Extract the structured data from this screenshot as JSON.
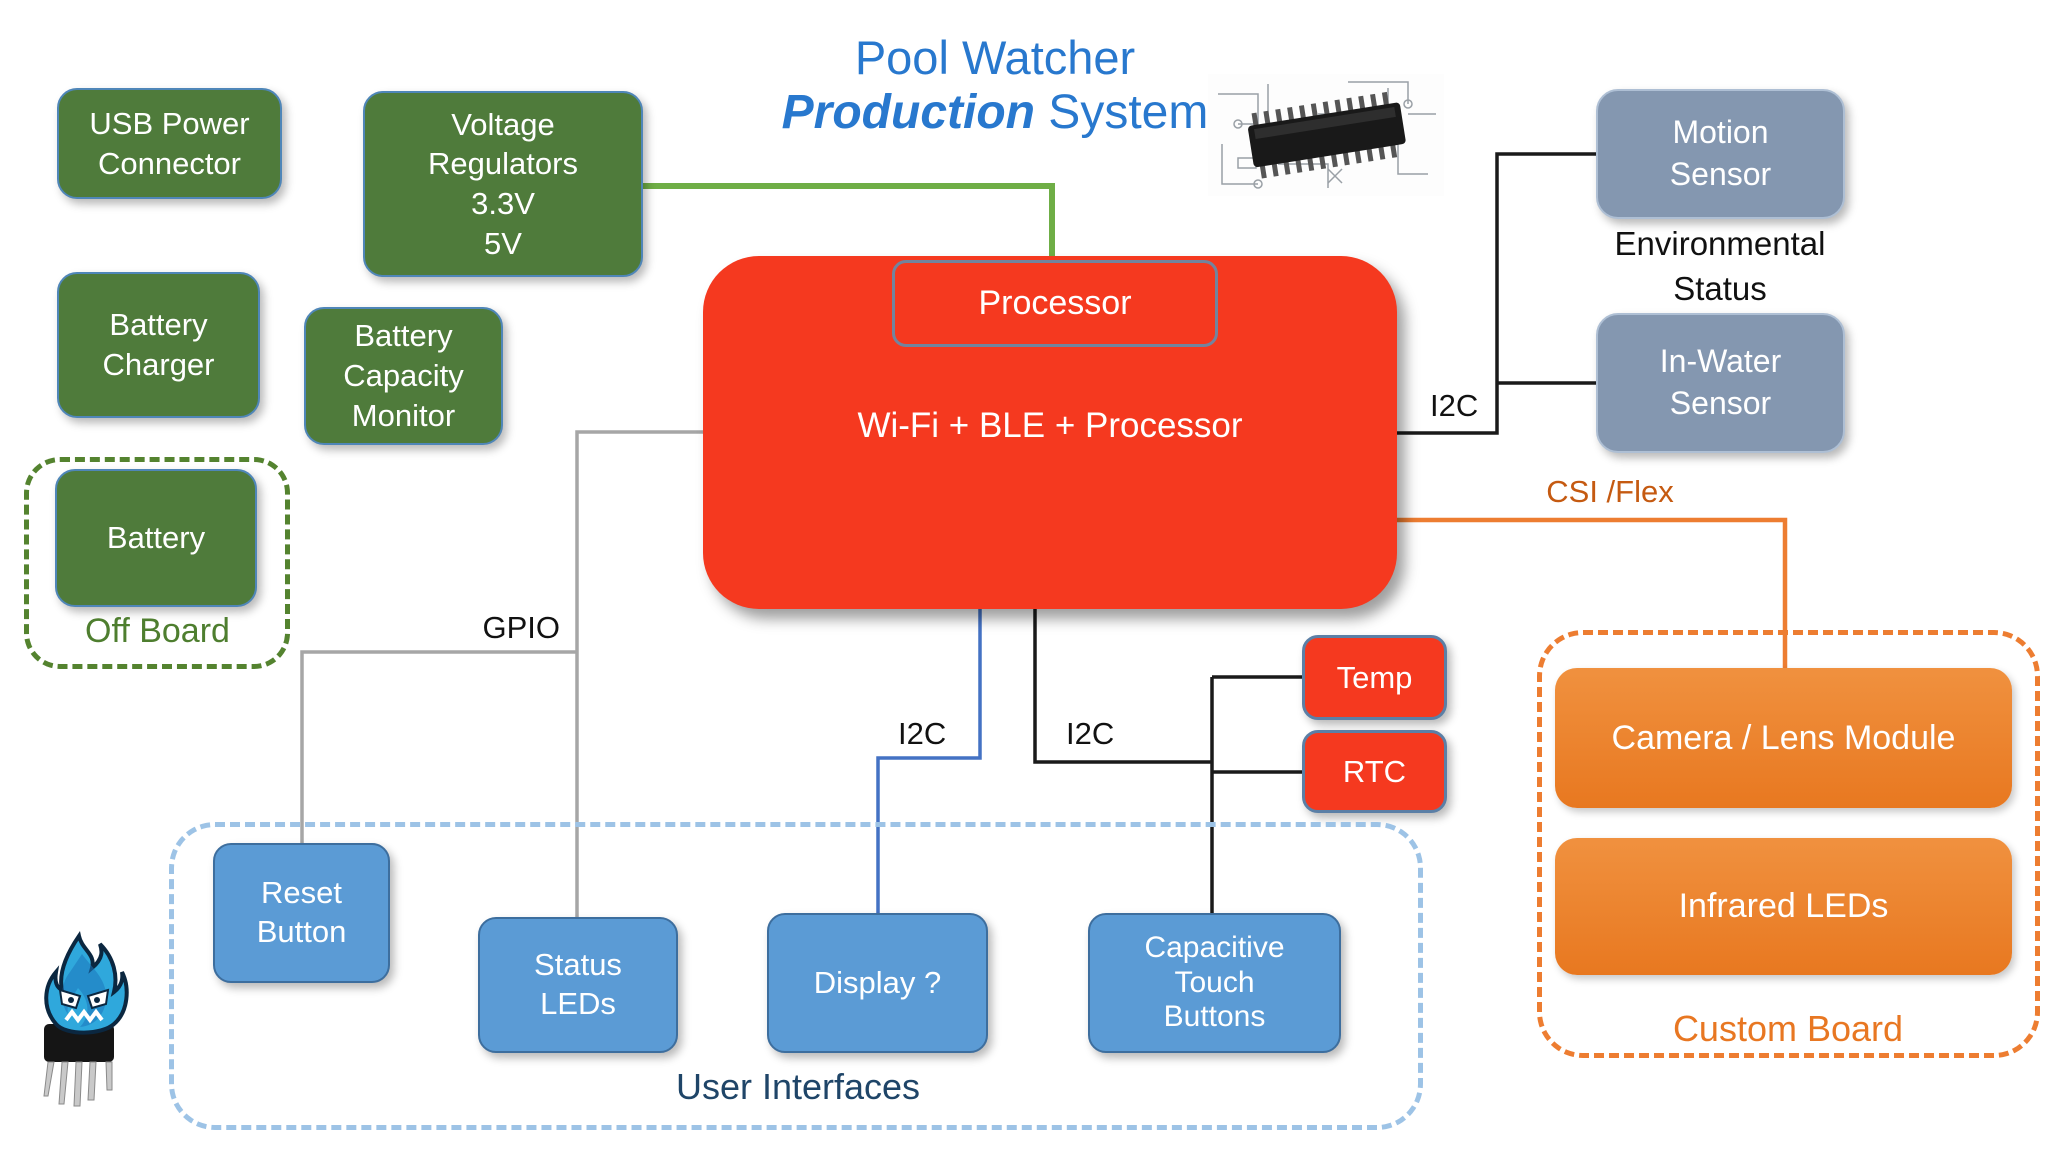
{
  "title": {
    "line1": "Pool Watcher",
    "line2_emphasis": "Production",
    "line2_rest": " System"
  },
  "power_section": {
    "usb": "USB Power\nConnector",
    "regulators": "Voltage\nRegulators\n3.3V\n5V",
    "charger": "Battery\nCharger",
    "capacity": "Battery\nCapacity\nMonitor",
    "battery": "Battery",
    "off_board_caption": "Off Board"
  },
  "processor": {
    "label": "Processor",
    "body": "Wi-Fi + BLE + Processor"
  },
  "sensors": {
    "motion": "Motion\nSensor",
    "environmental": "Environmental\nStatus",
    "in_water": "In-Water\nSensor"
  },
  "peripherals": {
    "temp": "Temp",
    "rtc": "RTC"
  },
  "camera_board": {
    "camera": "Camera / Lens Module",
    "infrared": "Infrared LEDs",
    "caption": "Custom Board"
  },
  "user_interfaces": {
    "reset": "Reset\nButton",
    "status_leds": "Status\nLEDs",
    "display": "Display ?",
    "cap_touch": "Capacitive\nTouch\nButtons",
    "caption": "User Interfaces"
  },
  "connections": {
    "gpio": "GPIO",
    "i2c_display": "I2C",
    "i2c_peripherals": "I2C",
    "i2c_sensors": "I2C",
    "csi": "CSI /Flex"
  },
  "colors": {
    "title_blue": "#2878CE",
    "box_green": "#4F7B3B",
    "line_green": "#6FAE46",
    "off_board_green": "#54832F",
    "processor_red": "#F5391F",
    "ui_blue": "#5B9BD5",
    "ui_dash_blue": "#9DC3E6",
    "ui_caption_navy": "#1F4568",
    "sensor_grayblue": "#8497B0",
    "orange": "#ED7D31",
    "csi_text_orange": "#C55A11",
    "line_gray": "#A6A6A6",
    "line_blue": "#4472C4",
    "line_black": "#1A1A1A"
  }
}
